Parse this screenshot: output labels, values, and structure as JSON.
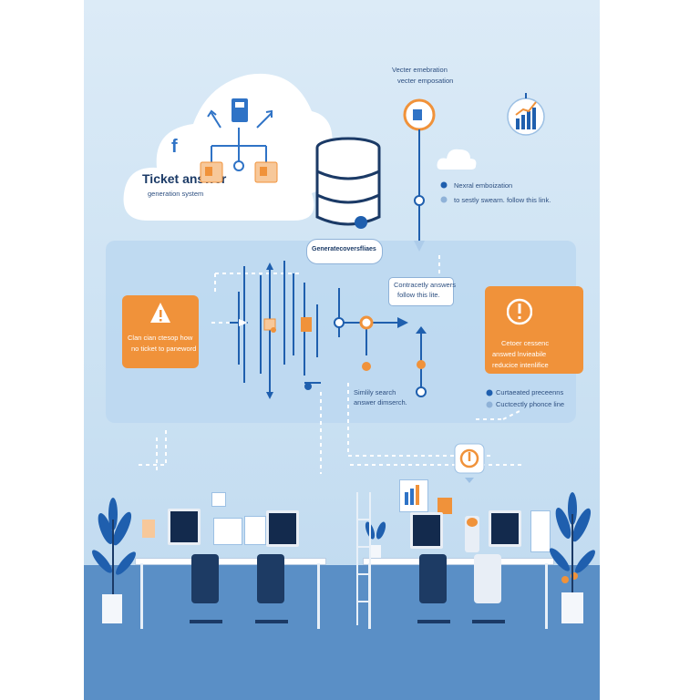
{
  "cloud": {
    "title": "Ticket answer",
    "subtitle": "generation system",
    "logo": "f"
  },
  "vector": {
    "line1": "Vecter emebration",
    "line2": "vecter emposation"
  },
  "legend": {
    "item1": "Nexral emboization",
    "item2": "to sestly swearn. follow this link."
  },
  "database": {
    "label": "Generatecoversfliaes"
  },
  "left_card": {
    "line1": "Clan cian ctesop how",
    "line2": "no ticket to paneword"
  },
  "bubble": {
    "line1": "Contracetly answers",
    "line2": "follow this lite."
  },
  "search": {
    "line1": "Simlily search",
    "line2": "answer dimserch."
  },
  "right_card": {
    "line1": "Cetoer cessenc",
    "line2": "answed lnvieabile",
    "line3": "reducice intenlifice"
  },
  "notes": {
    "item1": "Curtaeated preceenns",
    "item2": "Cuctcectly phonce line"
  },
  "colors": {
    "accent": "#f0923a",
    "blue": "#2f73c6",
    "navy": "#1b3a66",
    "background": "#cfe3f4"
  }
}
